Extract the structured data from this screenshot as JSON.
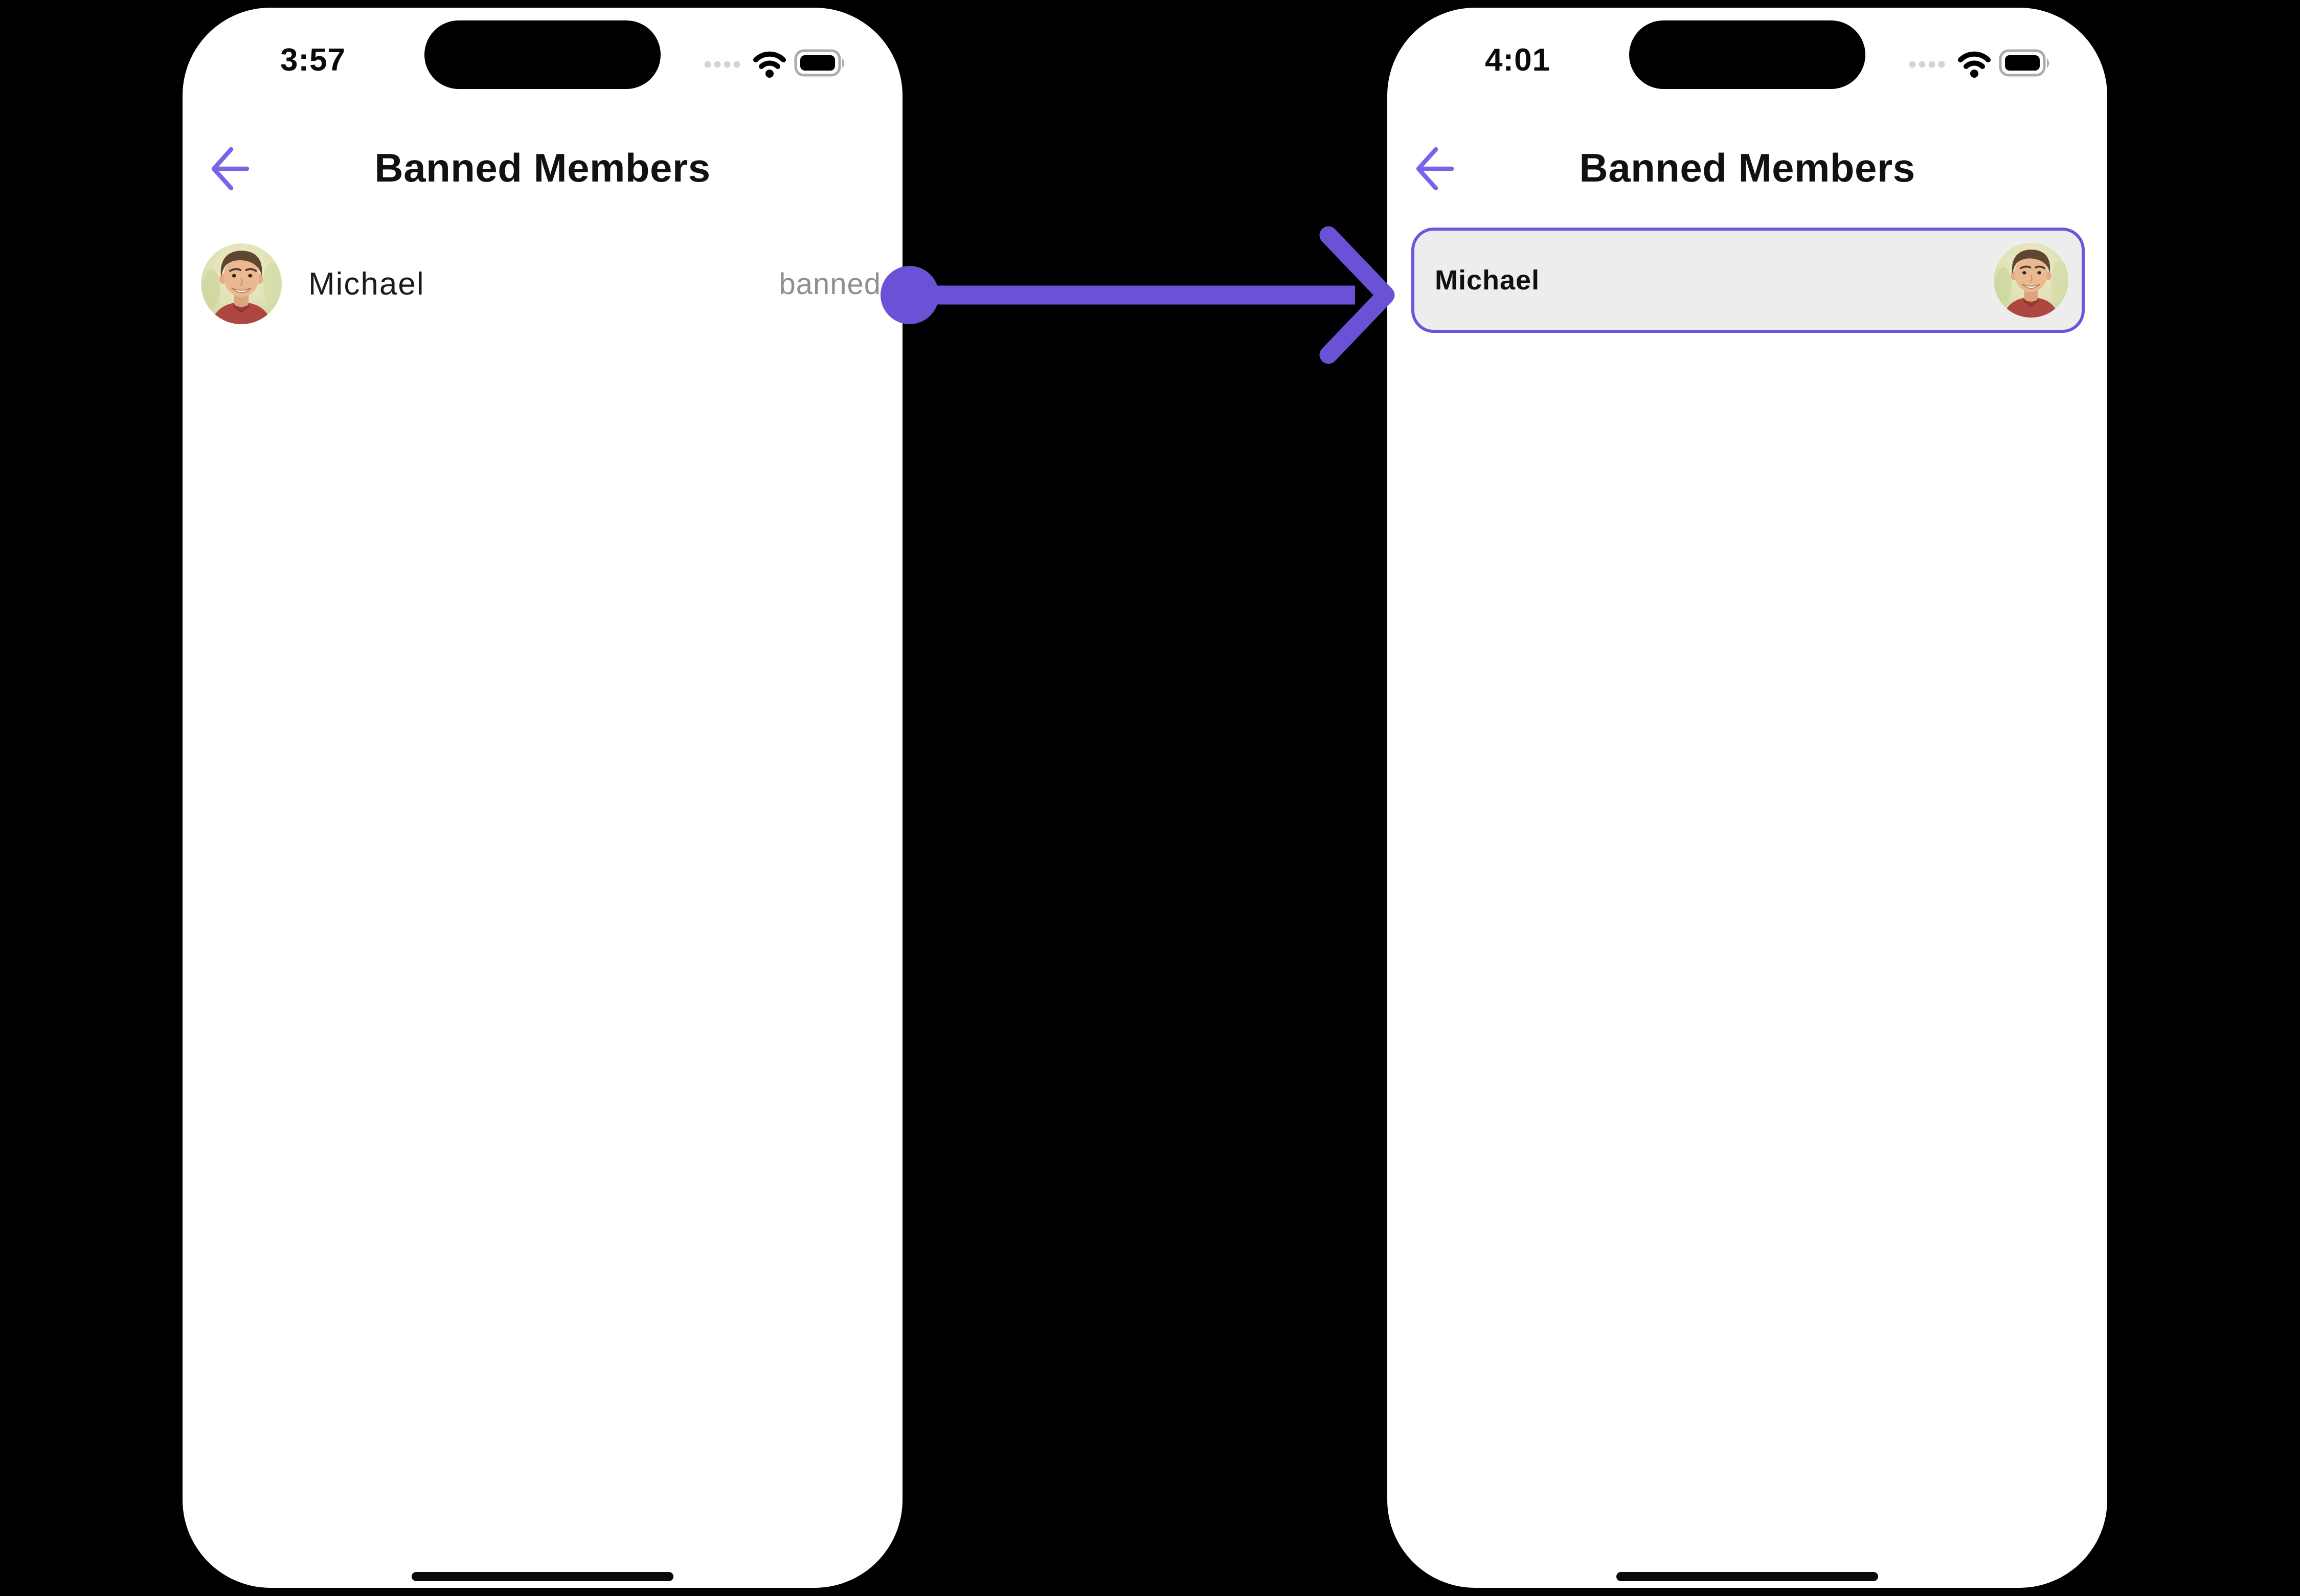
{
  "colors": {
    "annotation_purple": "#6B51D6",
    "back_arrow_purple": "#7A62EA",
    "card_border_purple": "#6C55DB",
    "card_background": "#EDEDED",
    "banned_label_gray": "#8F8F8F",
    "phone_background": "#FFFFFF",
    "canvas_background": "#000000"
  },
  "icons": {
    "back": "back-arrow-icon",
    "cellular": "cellular-signal-dots-icon",
    "wifi": "wifi-icon",
    "battery": "battery-icon",
    "avatar": "user-avatar-photo"
  },
  "annotation_arrow": {
    "shape": "circle-start-line-arrowhead",
    "from": "left-phone banned member row",
    "to": "right-phone selected member card",
    "color": "#6B51D6"
  },
  "left_phone": {
    "status_bar": {
      "time": "3:57"
    },
    "header": {
      "title": "Banned Members"
    },
    "member_list": [
      {
        "name": "Michael",
        "status_label": "banned"
      }
    ]
  },
  "right_phone": {
    "status_bar": {
      "time": "4:01"
    },
    "header": {
      "title": "Banned Members"
    },
    "selected_member": {
      "name": "Michael"
    }
  }
}
